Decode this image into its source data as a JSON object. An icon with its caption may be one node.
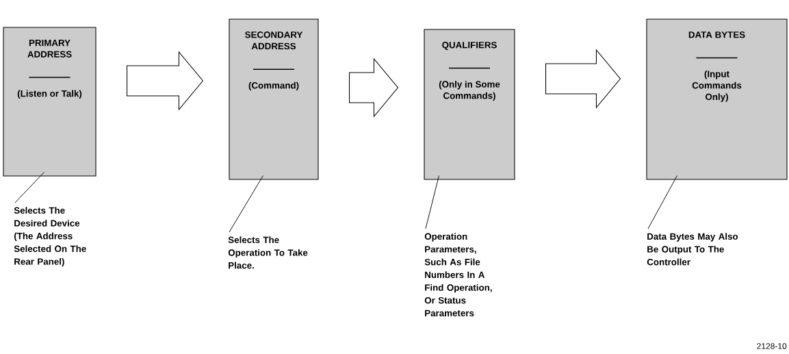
{
  "diagram": {
    "nodes": [
      {
        "text": [
          "PRIMARY ADDRESS",
          "(Listen or Talk)"
        ]
      },
      {
        "text": [
          "SECONDARY ADDRESS",
          "(Command)"
        ]
      },
      {
        "text": [
          "QUALIFIERS",
          "(Only in Some Commands)"
        ]
      },
      {
        "text": [
          "DATA BYTES",
          "(Input Commands Only)"
        ]
      },
      {
        "text": [
          "Selects The Desired Device (The Address Selected On The Rear Panel)"
        ]
      },
      {
        "text": [
          "Selects The Operation To Take Place."
        ]
      },
      {
        "text": [
          "Operation Parameters, Such As File Numbers In A Find Operation, Or Status Parameters"
        ]
      },
      {
        "text": [
          "Data Bytes May Also Be Output To The Controller"
        ]
      }
    ],
    "edges": [
      {
        "from": 0,
        "to": 1,
        "arrow": "to"
      },
      {
        "from": 1,
        "to": 2,
        "arrow": "to"
      },
      {
        "from": 2,
        "to": 3,
        "arrow": "to"
      },
      {
        "from": 4,
        "to": 0,
        "arrow": "none"
      },
      {
        "from": 5,
        "to": 1,
        "arrow": "none"
      },
      {
        "from": 6,
        "to": 2,
        "arrow": "none"
      },
      {
        "from": 7,
        "to": 3,
        "arrow": "none"
      }
    ],
    "labels": [
      "2128-10"
    ]
  }
}
